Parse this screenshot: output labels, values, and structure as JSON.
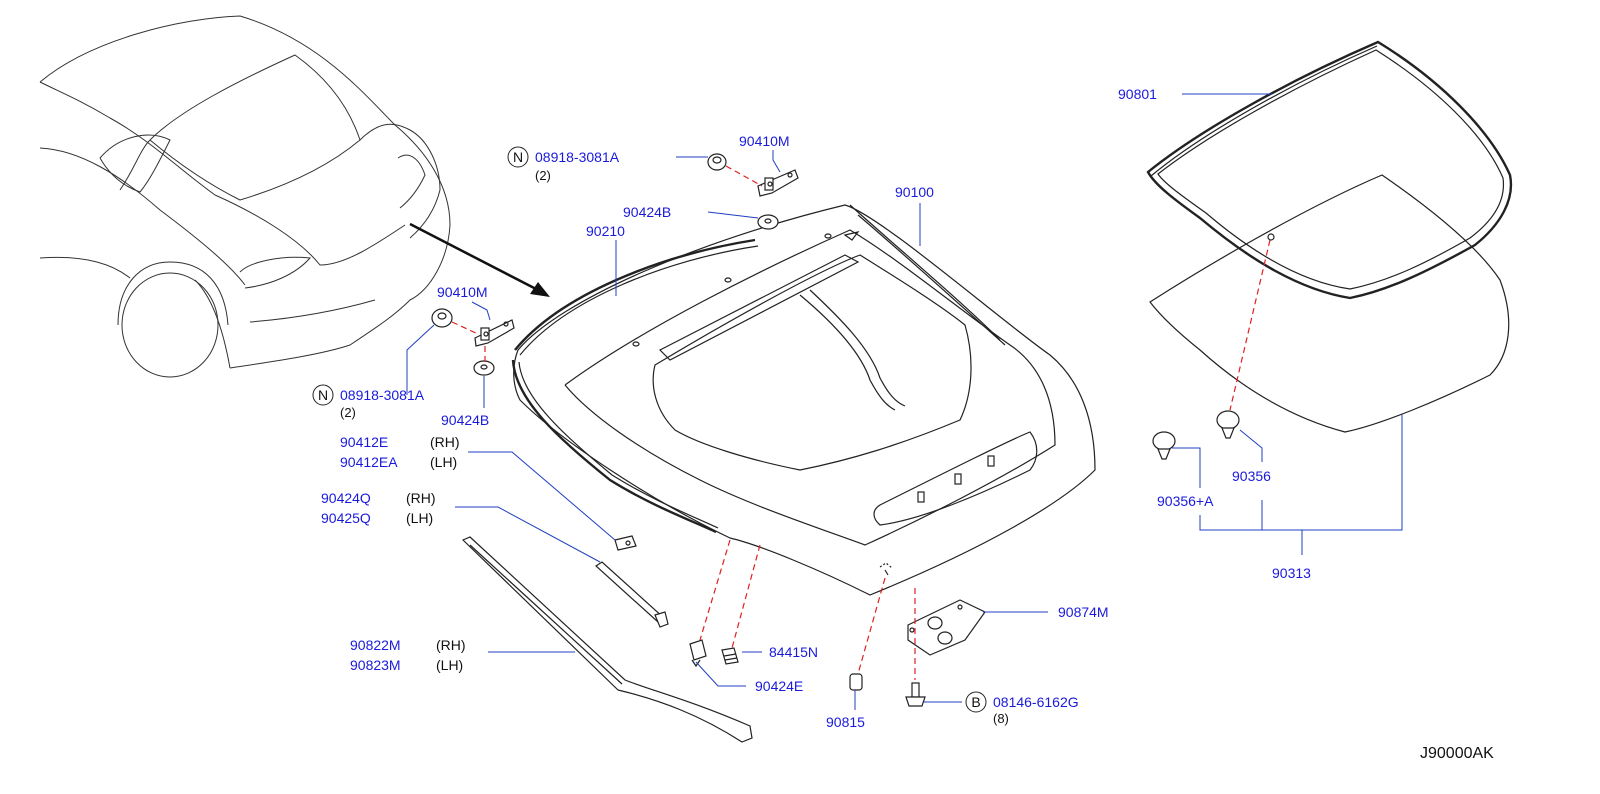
{
  "diagram": {
    "ref_code": "J90000AK",
    "callouts": {
      "nut_top_code": "08918-3081A",
      "nut_top_qty": "(2)",
      "nut_top_prefix": "N",
      "hinge_top": "90410M",
      "bumper_top": "90424B",
      "weatherstrip": "90210",
      "back_door": "90100",
      "hinge_left": "90410M",
      "nut_left_prefix": "N",
      "nut_left_code": "08918-3081A",
      "nut_left_qty": "(2)",
      "bumper_left": "90424B",
      "bracket_rh": "90412E",
      "bracket_rh_side": "(RH)",
      "bracket_lh": "90412EA",
      "bracket_lh_side": "(LH)",
      "stay_rh": "90424Q",
      "stay_rh_side": "(RH)",
      "stay_lh": "90425Q",
      "stay_lh_side": "(LH)",
      "finisher_rh": "90822M",
      "finisher_rh_side": "(RH)",
      "finisher_lh": "90823M",
      "finisher_lh_side": "(LH)",
      "bumper_bottom": "90424E",
      "switch": "84415N",
      "striker": "90815",
      "plate": "90874M",
      "bolt_prefix": "B",
      "bolt_code": "08146-6162G",
      "bolt_qty": "(8)",
      "glass_molding": "90801",
      "fastener": "90356",
      "fastener_kit": "90356+A",
      "glass": "90313"
    }
  }
}
